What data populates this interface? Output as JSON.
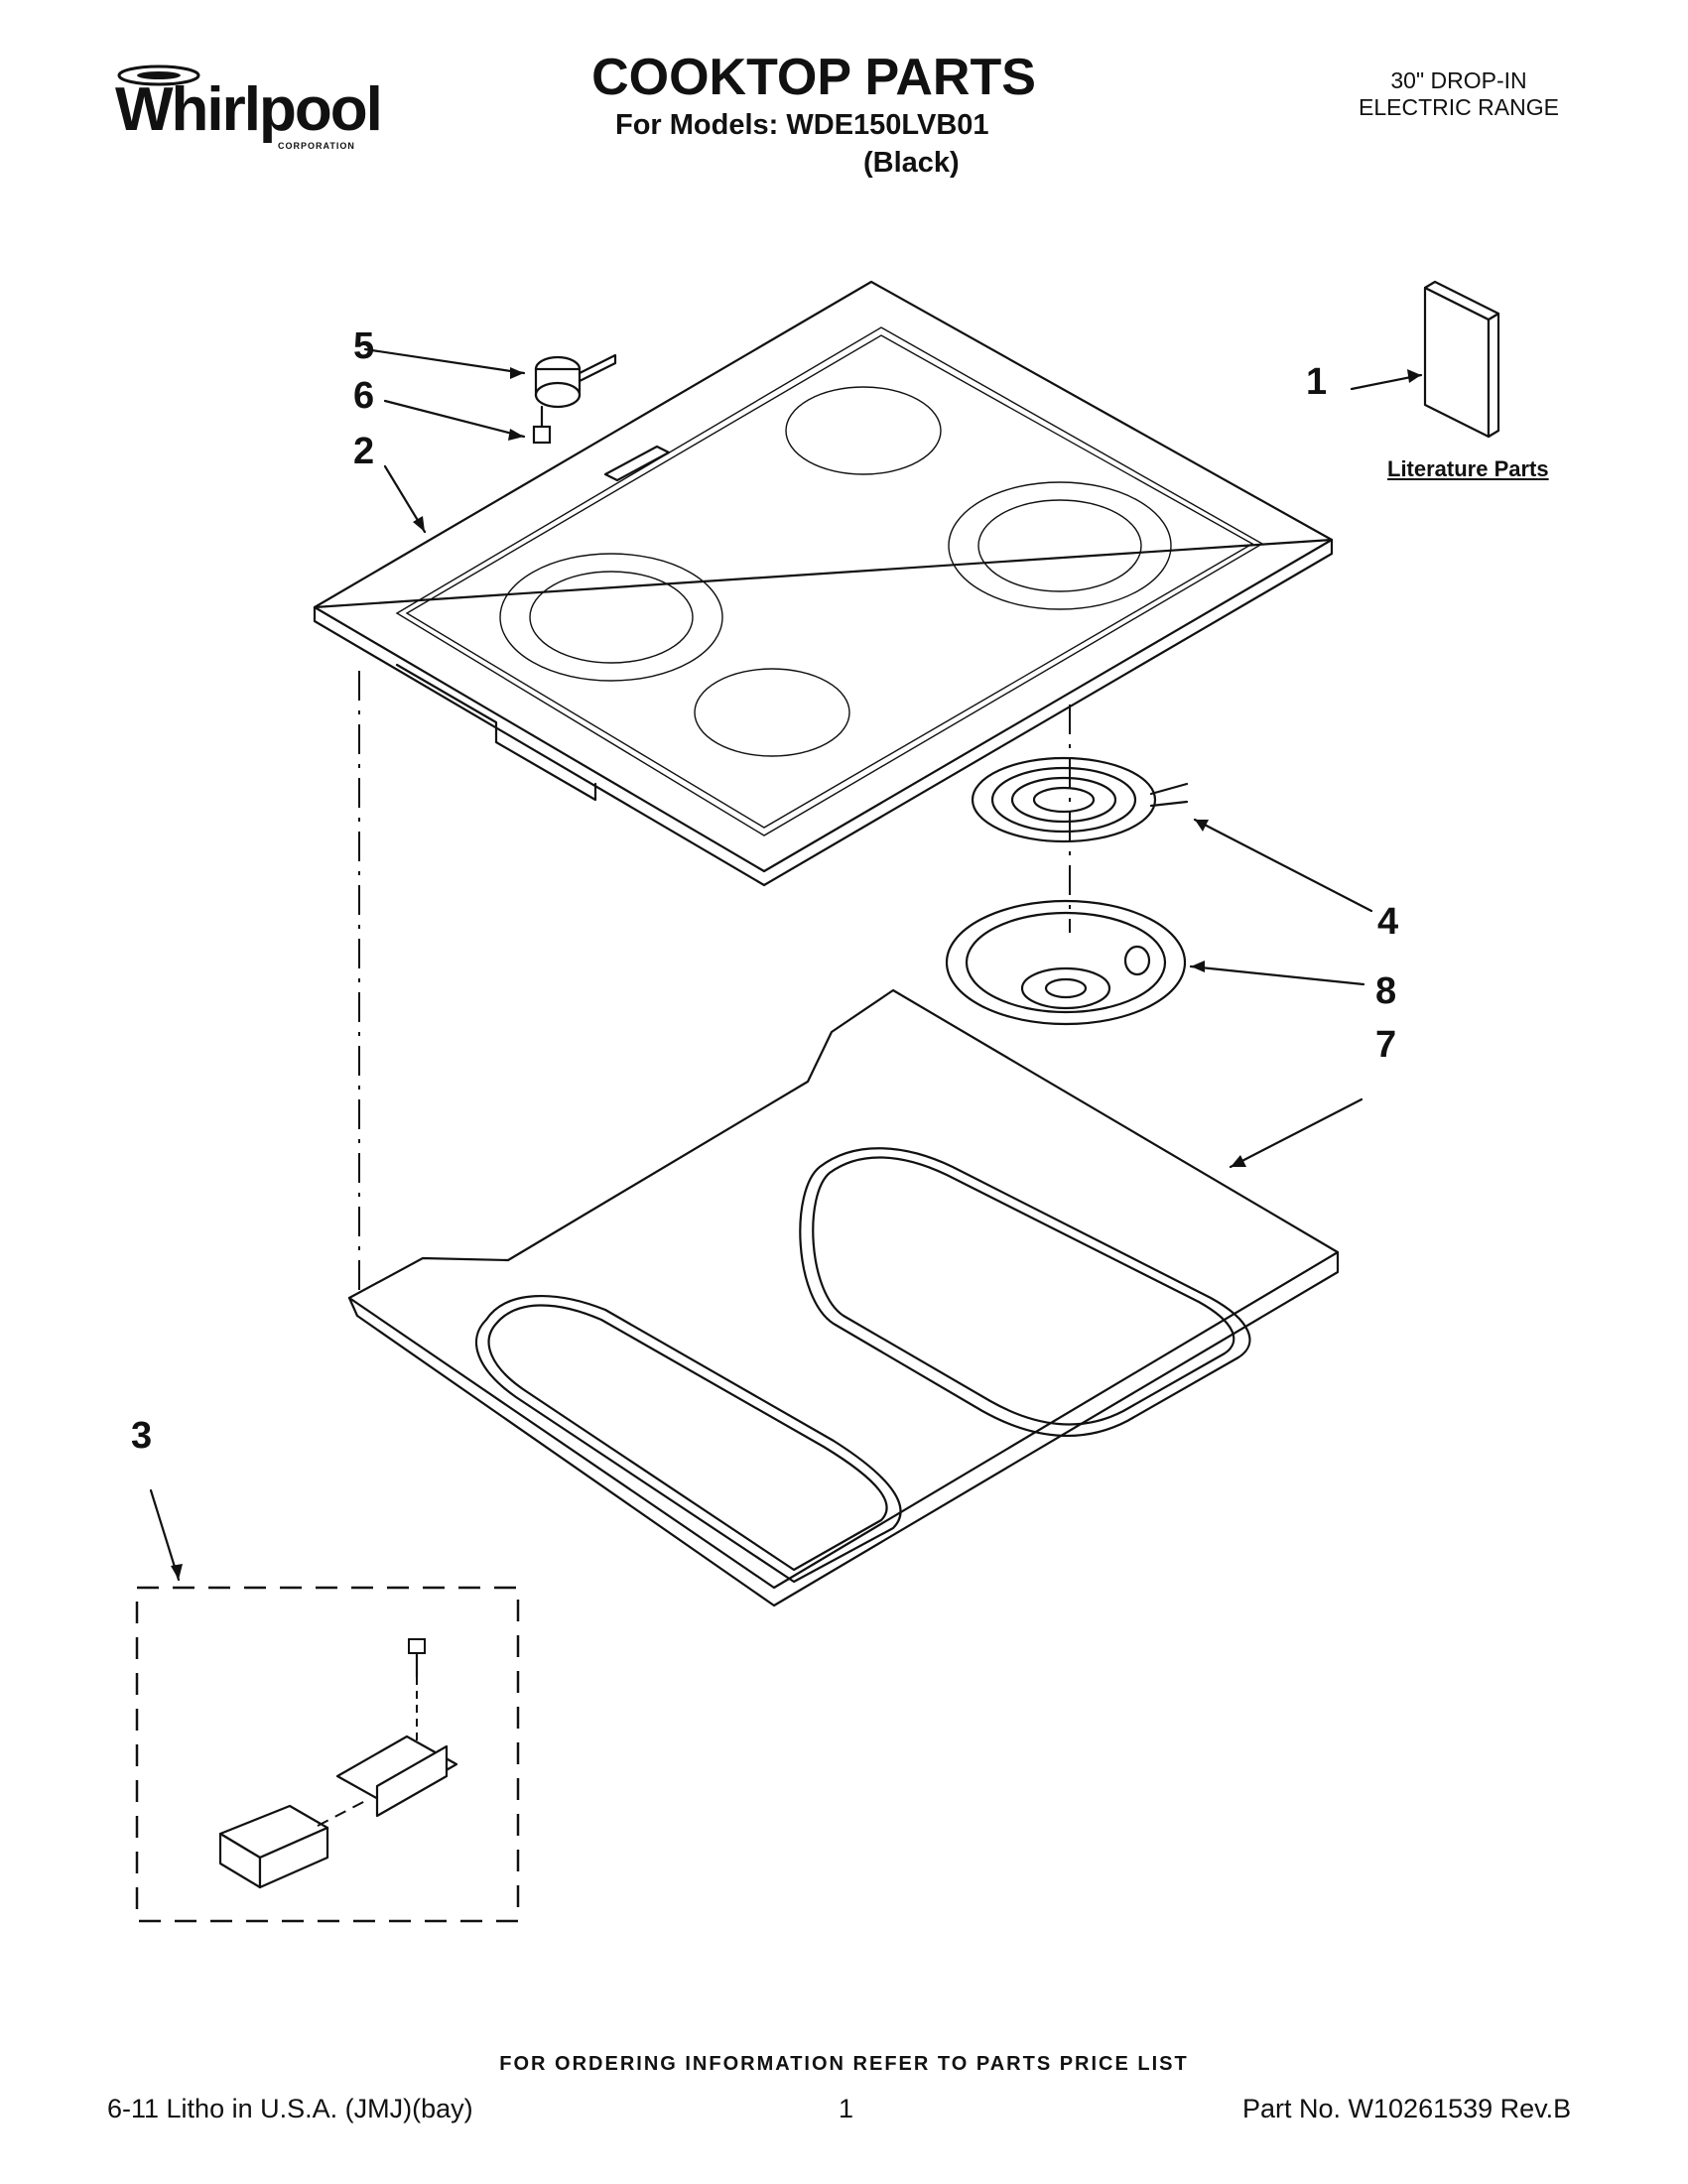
{
  "brand": {
    "logo_text": "Whirlpool",
    "logo_sub": "CORPORATION"
  },
  "header": {
    "title": "COOKTOP PARTS",
    "models": "For Models: WDE150LVB01",
    "color": "(Black)",
    "appliance_type_line1": "30\" DROP-IN",
    "appliance_type_line2": "ELECTRIC RANGE"
  },
  "callouts": [
    "1",
    "2",
    "3",
    "4",
    "5",
    "6",
    "7",
    "8"
  ],
  "literature_label": "Literature Parts",
  "footer": {
    "ordering_info": "FOR ORDERING INFORMATION REFER TO PARTS PRICE LIST",
    "litho": "6-11 Litho in U.S.A. (JMJ)(bay)",
    "page": "1",
    "part_no": "Part No. W10261539 Rev.B"
  }
}
